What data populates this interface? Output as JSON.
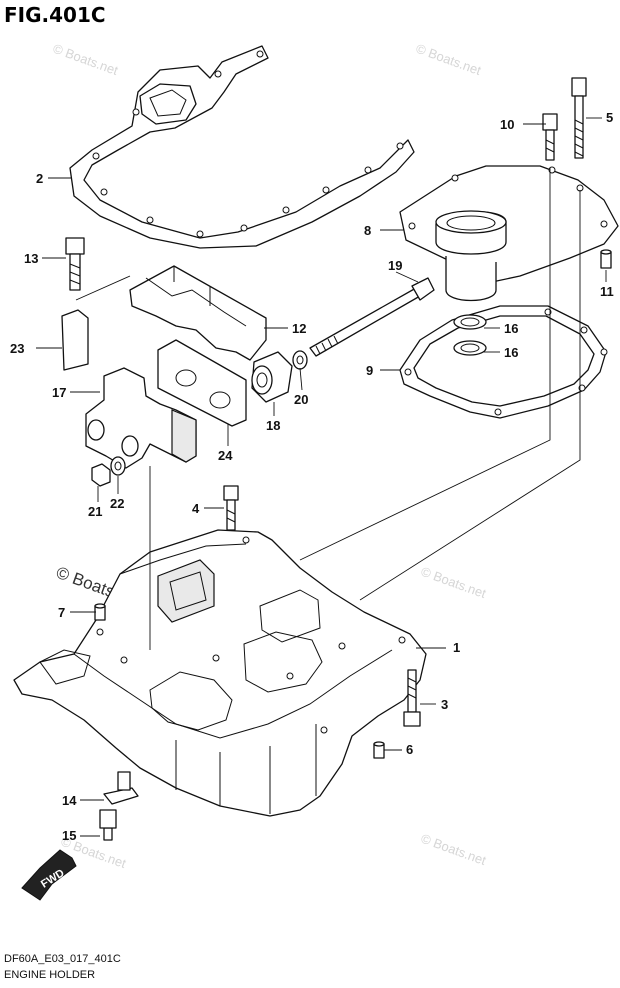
{
  "figure": {
    "title": "FIG.401C",
    "code": "DF60A_E03_017_401C",
    "caption": "ENGINE HOLDER"
  },
  "watermarks": {
    "small": "© Boats.net",
    "large": "© Boats.net"
  },
  "direction_tag": "FWD",
  "callouts": [
    "1",
    "2",
    "3",
    "4",
    "5",
    "6",
    "7",
    "8",
    "9",
    "10",
    "11",
    "12",
    "13",
    "14",
    "15",
    "16",
    "16",
    "17",
    "18",
    "19",
    "20",
    "21",
    "22",
    "23",
    "24"
  ]
}
